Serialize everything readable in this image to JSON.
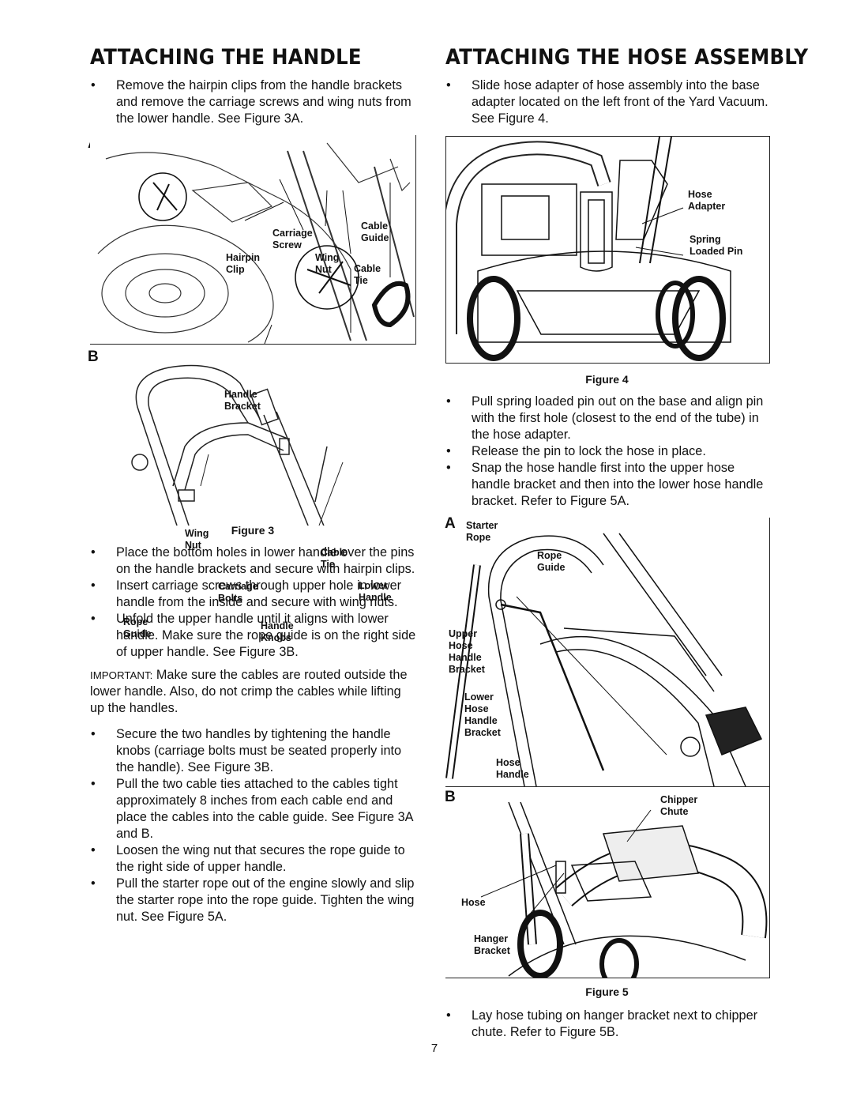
{
  "left": {
    "heading": "Attaching the Handle",
    "bullets_top": [
      "Remove the hairpin clips from the handle brackets and remove the carriage screws and wing nuts from the lower handle. See Figure 3A."
    ],
    "figure3": {
      "panel_a": "A",
      "panel_b": "B",
      "labels_a": {
        "carriage_screw": "Carriage\nScrew",
        "cable_guide": "Cable\nGuide",
        "hairpin_clip": "Hairpin\nClip",
        "wing_nut": "Wing\nNut",
        "cable_tie": "Cable\nTie",
        "handle_bracket": "Handle\nBracket"
      },
      "labels_b": {
        "wing_nut": "Wing\nNut",
        "cable_tie": "Cable\nTie",
        "carriage_bolts": "Carriage\nBolts",
        "lower_handle": "Lower\nHandle",
        "rope_guide": "Rope\nGuide",
        "handle_knobs": "Handle\nKnobs"
      },
      "caption": "Figure 3"
    },
    "bullets_mid": [
      "Place the bottom holes in lower handle over the pins on the handle brackets and secure with hairpin clips.",
      "Insert carriage screws through upper hole in lower handle from the inside and secure with wing nuts.",
      "Unfold the upper handle until it aligns with lower handle. Make sure the rope guide is on the right side of upper handle. See Figure 3B."
    ],
    "important_label": "IMPORTANT:",
    "important_text": " Make sure the cables are routed outside the lower handle. Also, do not crimp the cables while lifting up the handles.",
    "bullets_bottom": [
      "Secure the two handles by tightening the handle knobs (carriage bolts must be seated properly into the handle). See Figure 3B.",
      "Pull the two cable ties attached to the cables tight approximately 8 inches from each cable end and place the cables into the cable guide. See Figure 3A and B.",
      "Loosen the wing nut that secures the rope guide to the right side of upper handle.",
      "Pull the starter rope out of the engine slowly and slip the starter rope into the rope guide. Tighten the wing nut. See Figure 5A."
    ]
  },
  "right": {
    "heading": "Attaching the Hose Assembly",
    "bullets_top": [
      "Slide hose adapter of hose assembly into the base adapter located on the left front of the Yard Vacuum. See Figure 4."
    ],
    "figure4": {
      "labels": {
        "hose_adapter": "Hose\nAdapter",
        "spring_pin": "Spring\nLoaded Pin"
      },
      "caption": "Figure 4"
    },
    "bullets_mid": [
      "Pull spring loaded pin out on the base and align pin with the first hole (closest to the end of the tube) in the hose adapter.",
      "Release the pin to lock the hose in place.",
      "Snap the hose handle first into the upper hose handle bracket and then into the lower hose handle bracket. Refer to Figure 5A."
    ],
    "figure5": {
      "panel_a": "A",
      "panel_b": "B",
      "labels_a": {
        "starter_rope": "Starter\nRope",
        "rope_guide": "Rope\nGuide",
        "upper_bracket": "Upper\nHose\nHandle\nBracket",
        "lower_bracket": "Lower\nHose\nHandle\nBracket",
        "hose_handle": "Hose\nHandle"
      },
      "labels_b": {
        "chipper_chute": "Chipper\nChute",
        "hose": "Hose",
        "hanger_bracket": "Hanger\nBracket"
      },
      "caption": "Figure 5"
    },
    "bullets_bottom": [
      "Lay hose tubing on hanger bracket next to chipper chute. Refer to Figure 5B."
    ]
  },
  "page_number": "7"
}
